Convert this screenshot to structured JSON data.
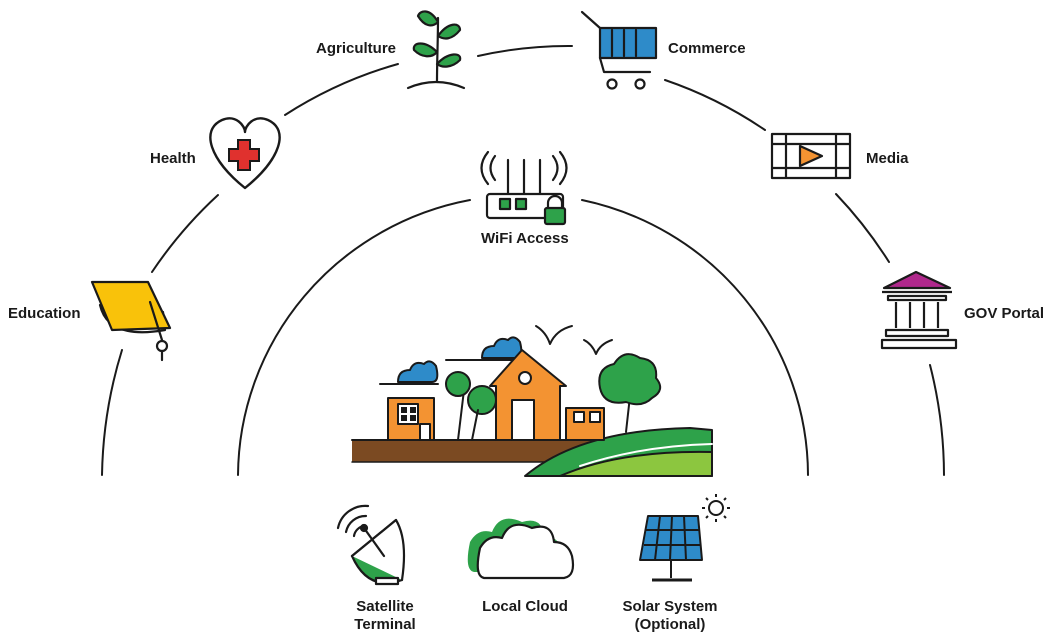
{
  "outer_ring": {
    "education": "Education",
    "health": "Health",
    "agriculture": "Agriculture",
    "commerce": "Commerce",
    "media": "Media",
    "gov_portal": "GOV Portal"
  },
  "inner_ring": {
    "wifi": "WiFi Access"
  },
  "infrastructure": {
    "satellite_line1": "Satellite",
    "satellite_line2": "Terminal",
    "cloud": "Local Cloud",
    "solar_line1": "Solar System",
    "solar_line2": "(Optional)"
  },
  "colors": {
    "orange": "#F39332",
    "green": "#2EA24A",
    "light_green": "#8CC63F",
    "blue": "#2E8BC9",
    "brown": "#7B4A22",
    "yellow": "#F9C20A",
    "red": "#E0312E",
    "magenta": "#B0288C",
    "stroke": "#1a1a1a"
  }
}
